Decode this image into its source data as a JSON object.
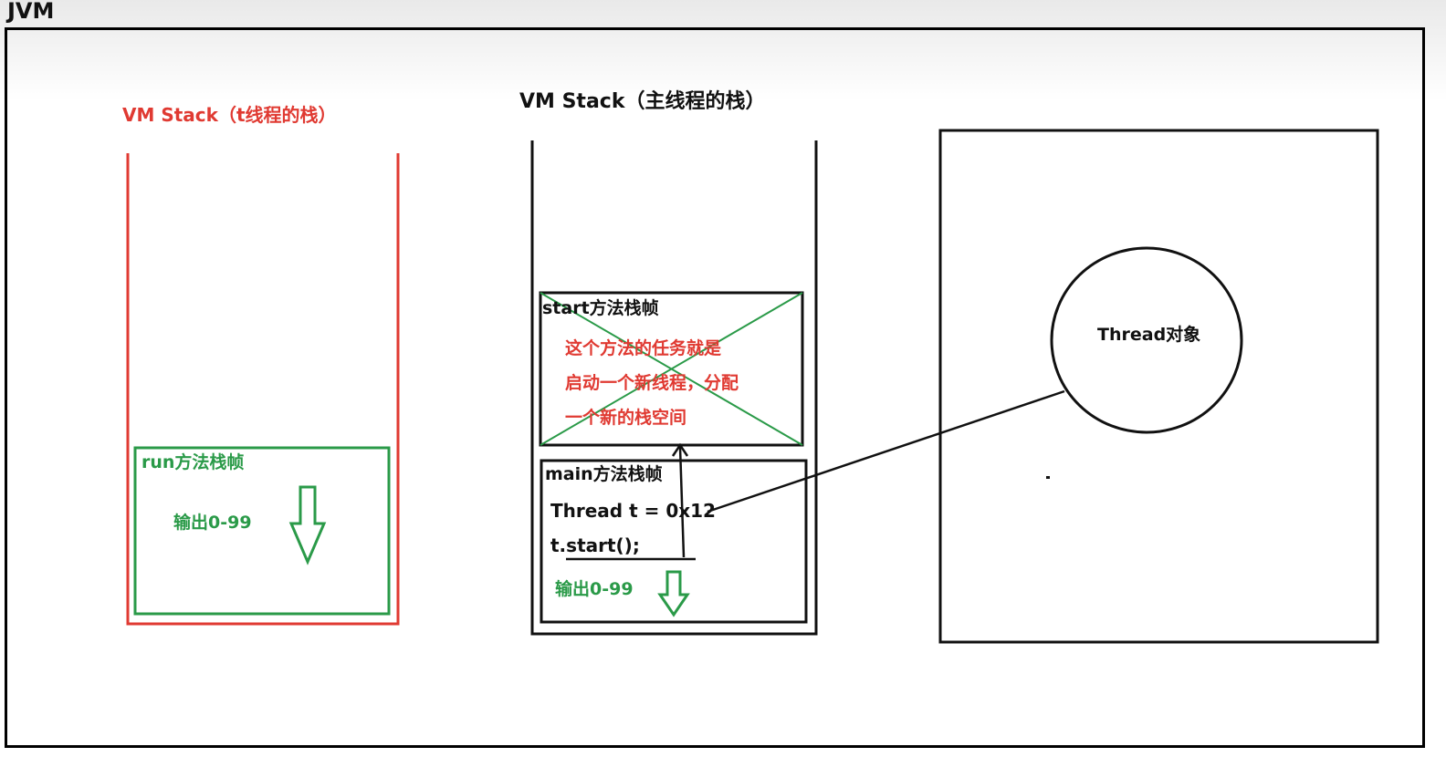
{
  "header": {
    "title": "JVM"
  },
  "t_thread_stack": {
    "title": "VM Stack（t线程的栈）",
    "run_frame": {
      "title": "run方法栈帧",
      "output": "输出0-99"
    }
  },
  "main_thread_stack": {
    "title": "VM Stack（主线程的栈）",
    "start_frame": {
      "title": "start方法栈帧",
      "description_lines": [
        "这个方法的任务就是",
        "启动一个新线程，分配",
        "一个新的栈空间"
      ]
    },
    "main_frame": {
      "title": "main方法栈帧",
      "code_lines": [
        "Thread t = 0x12",
        "t.start();"
      ],
      "output": "输出0-99"
    }
  },
  "heap": {
    "thread_object_label": "Thread对象"
  },
  "colors": {
    "red": "#e03a32",
    "green": "#2a9a48",
    "black": "#111111"
  }
}
